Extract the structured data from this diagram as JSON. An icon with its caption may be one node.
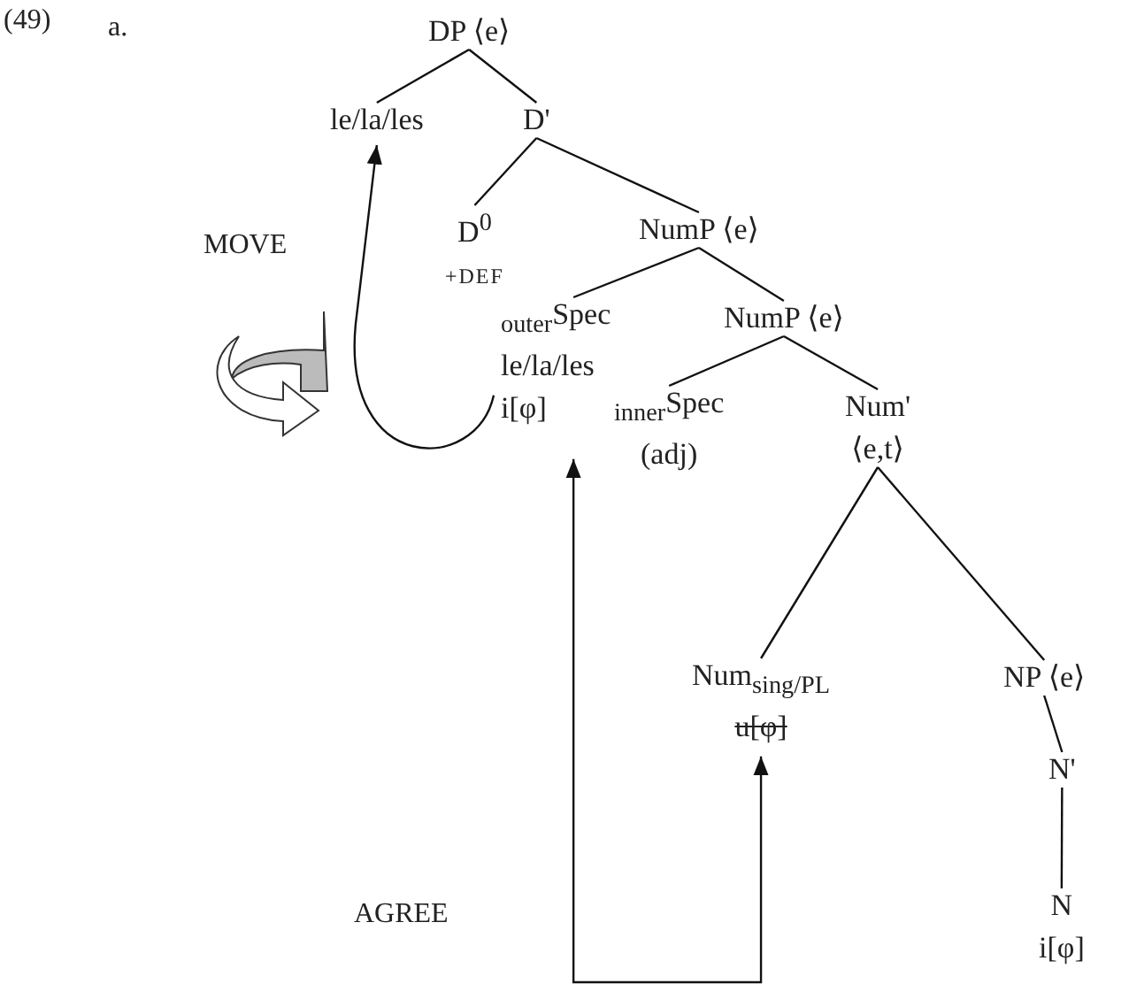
{
  "diagram": {
    "nodes": [
      {
        "text": [
          "DP ⟨e⟩"
        ]
      },
      {
        "text": [
          "le/la/les"
        ]
      },
      {
        "text": [
          "D'"
        ]
      },
      {
        "text": [
          "D$^{0}$",
          "+DEF"
        ]
      },
      {
        "text": [
          "NumP ⟨e⟩"
        ]
      },
      {
        "text": [
          "$_{outer}$Spec",
          "le/la/les",
          "i[φ]"
        ]
      },
      {
        "text": [
          "NumP ⟨e⟩"
        ]
      },
      {
        "text": [
          "$_{inner}$Spec",
          "(adj)"
        ]
      },
      {
        "text": [
          "Num'",
          "⟨e,t⟩"
        ]
      },
      {
        "text": [
          "Num$_{sing/PL}$",
          "u[φ]"
        ]
      },
      {
        "text": [
          "NP ⟨e⟩"
        ]
      },
      {
        "text": [
          "N'"
        ]
      },
      {
        "text": [
          "N",
          "i[φ]"
        ]
      }
    ],
    "edges": [
      {
        "from": 0,
        "to": 1,
        "arrow": "none"
      },
      {
        "from": 0,
        "to": 2,
        "arrow": "none"
      },
      {
        "from": 2,
        "to": 3,
        "arrow": "none"
      },
      {
        "from": 2,
        "to": 4,
        "arrow": "none"
      },
      {
        "from": 4,
        "to": 5,
        "arrow": "none"
      },
      {
        "from": 4,
        "to": 6,
        "arrow": "none"
      },
      {
        "from": 6,
        "to": 7,
        "arrow": "none"
      },
      {
        "from": 6,
        "to": 8,
        "arrow": "none"
      },
      {
        "from": 8,
        "to": 9,
        "arrow": "none"
      },
      {
        "from": 8,
        "to": 10,
        "arrow": "none"
      },
      {
        "from": 10,
        "to": 11,
        "arrow": "none"
      },
      {
        "from": 11,
        "to": 12,
        "arrow": "none"
      },
      {
        "from": 5,
        "to": 1,
        "arrow": "to",
        "label": "MOVE"
      },
      {
        "from": 5,
        "to": 9,
        "arrow": "both",
        "label": "AGREE"
      }
    ],
    "labels": [
      "(49)",
      "a."
    ]
  }
}
